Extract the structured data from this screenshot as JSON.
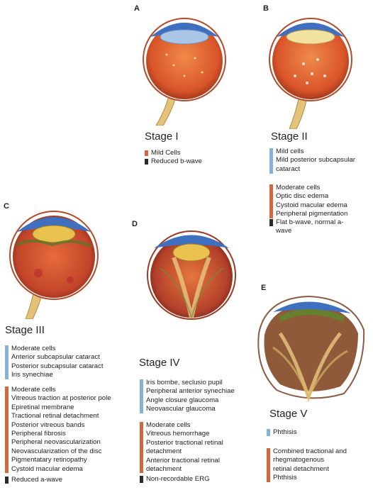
{
  "panels": {
    "A": {
      "letter": "A",
      "title": "Stage I",
      "items": [
        {
          "color": "orange",
          "text": "Mild Cells"
        },
        {
          "color": "black",
          "text": "Reduced b-wave"
        }
      ]
    },
    "B": {
      "letter": "B",
      "title": "Stage II",
      "groups": [
        {
          "color": "blue",
          "lines": [
            "Mild cells",
            "Mild posterior subcapsular",
            "cataract"
          ]
        },
        {
          "color": "orange",
          "lines": [
            "Moderate cells",
            "Optic disc edema",
            "Cystoid macular edema",
            "Peripheral pigmentation"
          ]
        },
        {
          "color": "black",
          "lines": [
            "Flat b-wave, normal a-",
            "wave"
          ]
        }
      ]
    },
    "C": {
      "letter": "C",
      "title": "Stage III",
      "groups": [
        {
          "color": "blue",
          "lines": [
            "Moderate cells",
            "Anterior subcapsular cataract",
            "Posterior subcapsular cataract",
            "Iris synechiae"
          ]
        },
        {
          "color": "orange",
          "lines": [
            "Moderate cells",
            "Vitreous traction at posterior pole",
            "Epiretinal membrane",
            "Tractional retinal detachment",
            "Posterior vitreous bands",
            "Peripheral fibrosis",
            "Peripheral neovascularization",
            "Neovascularization of the disc",
            "Pigmentatary retinopathy",
            "Cystoid macular edema"
          ]
        },
        {
          "color": "black",
          "lines": [
            "Reduced a-wave"
          ]
        }
      ]
    },
    "D": {
      "letter": "D",
      "title": "Stage IV",
      "groups": [
        {
          "color": "blue",
          "lines": [
            "Iris bombe, seclusio pupil",
            "Peripheral anterior synechiae",
            "Angle closure glaucoma",
            "Neovascular glaucoma"
          ]
        },
        {
          "color": "orange",
          "lines": [
            "Moderate cells",
            "Vitreous hemorrhage",
            "Posterior tractional retinal",
            "detachment",
            "Anterior tractional retinal",
            "detachment"
          ]
        },
        {
          "color": "black",
          "lines": [
            "Non-recordable ERG"
          ]
        }
      ]
    },
    "E": {
      "letter": "E",
      "title": "Stage V",
      "groups": [
        {
          "color": "blue",
          "lines": [
            "Phthisis"
          ]
        },
        {
          "color": "orange",
          "lines": [
            "Combined tractional and",
            "rhegmatogenous",
            "retinal detachment",
            "Phthisis"
          ]
        }
      ]
    }
  }
}
